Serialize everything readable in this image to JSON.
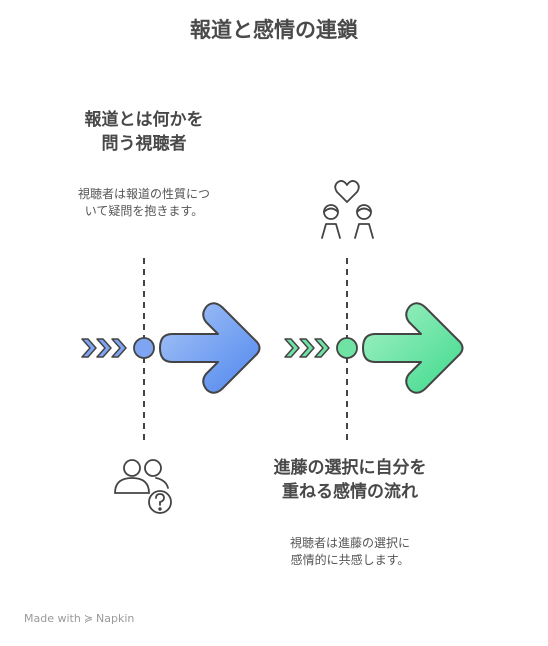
{
  "title": "報道と感情の連鎖",
  "steps": [
    {
      "heading": [
        "報道とは何かを",
        "問う視聴者"
      ],
      "description": [
        "視聴者は報道の性質につ",
        "いて疑問を抱きます。"
      ],
      "icon": "users-question-icon",
      "color": "#5b8def"
    },
    {
      "heading": [
        "進藤の選択に自分を",
        "重ねる感情の流れ"
      ],
      "description": [
        "視聴者は進藤の選択に",
        "感情的に共感します。"
      ],
      "icon": "couple-heart-icon",
      "color": "#4ddc95"
    }
  ],
  "footer": {
    "made_with": "Made with",
    "brand": "Napkin"
  }
}
